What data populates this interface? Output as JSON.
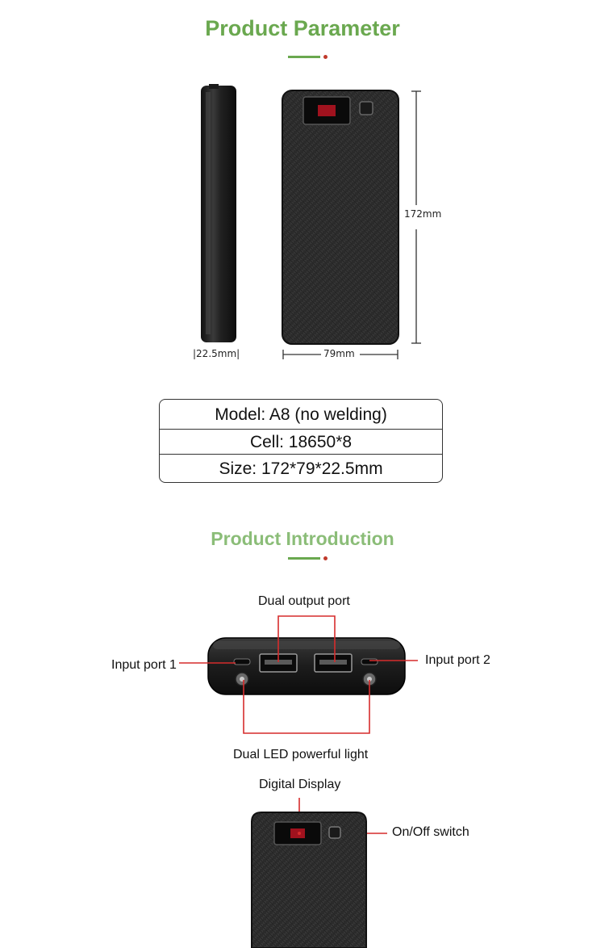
{
  "colors": {
    "accent_green": "#6aa84f",
    "accent_red": "#c0392b",
    "callout_red": "#d62c2c",
    "device_body": "#2b2b2b"
  },
  "sections": {
    "parameter": {
      "title": "Product Parameter",
      "dims": {
        "thickness": "|22.5mm|",
        "width": "79mm",
        "height": "172mm"
      },
      "specs": [
        "Model: A8 (no welding)",
        "Cell: 18650*8",
        "Size: 172*79*22.5mm"
      ]
    },
    "introduction": {
      "title": "Product Introduction",
      "labels": {
        "dual_output": "Dual output port",
        "input1": "Input port 1",
        "input2": "Input port 2",
        "dual_led": "Dual LED powerful light",
        "digital_display": "Digital Display",
        "onoff": "On/Off switch"
      }
    }
  }
}
